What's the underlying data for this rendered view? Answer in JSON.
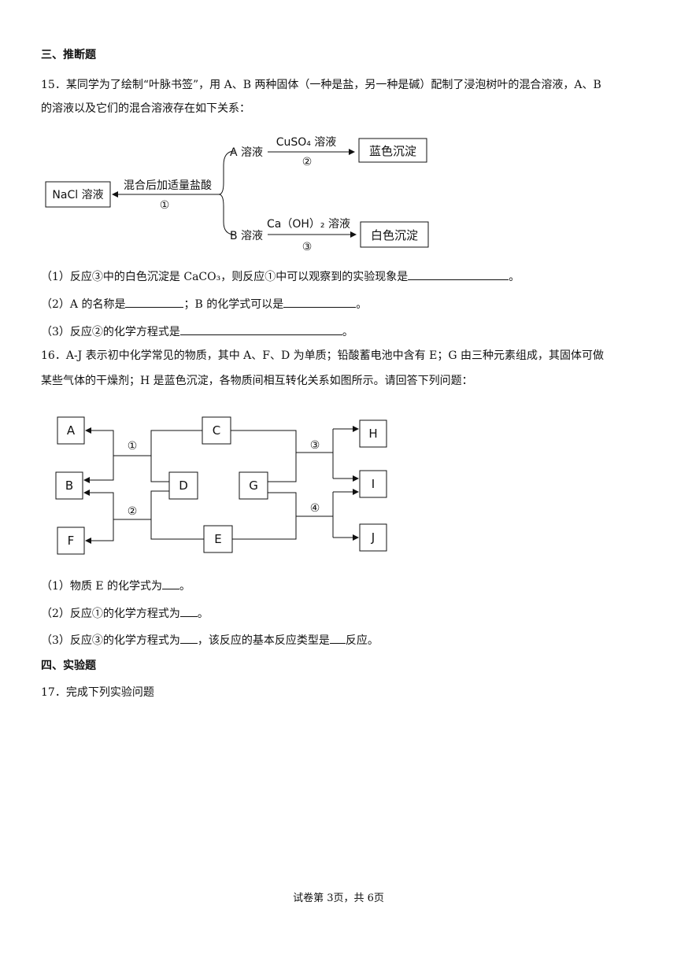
{
  "sections": {
    "s3": "三、推断题",
    "s4": "四、实验题"
  },
  "q15": {
    "line1": "15．某同学为了绘制“叶脉书签”，用 A、B 两种固体（一种是盐，另一种是碱）配制了浸泡树叶的混合溶液，A、B",
    "line2": "的溶液以及它们的混合溶液存在如下关系：",
    "diagram": {
      "nacl": "NaCl 溶液",
      "mix_label": "混合后加适量盐酸",
      "mix_num": "①",
      "a_sol": "A 溶液",
      "cuso4": "CuSO₄ 溶液",
      "num2": "②",
      "blue_ppt": "蓝色沉淀",
      "b_sol": "B 溶液",
      "caoh2": "Ca（OH）₂ 溶液",
      "num3": "③",
      "white_ppt": "白色沉淀"
    },
    "sub1_a": "（1）反应③中的白色沉淀是 CaCO₃，则反应①中可以观察到的实验现象是",
    "sub1_b": "。",
    "sub2_a": "（2）A 的名称是",
    "sub2_b": "；B 的化学式可以是",
    "sub2_c": "。",
    "sub3_a": "（3）反应②的化学方程式是",
    "sub3_b": "。"
  },
  "q16": {
    "line1": "16．A-J 表示初中化学常见的物质，其中 A、F、D 为单质；铅酸蓄电池中含有 E；G 由三种元素组成，其固体可做",
    "line2": "某些气体的干燥剂；H 是蓝色沉淀，各物质间相互转化关系如图所示。请回答下列问题：",
    "diagram": {
      "A": "A",
      "B": "B",
      "F": "F",
      "C": "C",
      "D": "D",
      "E": "E",
      "G": "G",
      "H": "H",
      "I": "I",
      "J": "J",
      "n1": "①",
      "n2": "②",
      "n3": "③",
      "n4": "④"
    },
    "sub1_a": "（1）物质 E 的化学式为",
    "sub1_b": "。",
    "sub2_a": "（2）反应①的化学方程式为",
    "sub2_b": "。",
    "sub3_a": "（3）反应③的化学方程式为",
    "sub3_b": "，该反应的基本反应类型是",
    "sub3_c": "反应。"
  },
  "q17": {
    "line1": "17．完成下列实验问题"
  },
  "footer": "试卷第 3页，共 6页"
}
